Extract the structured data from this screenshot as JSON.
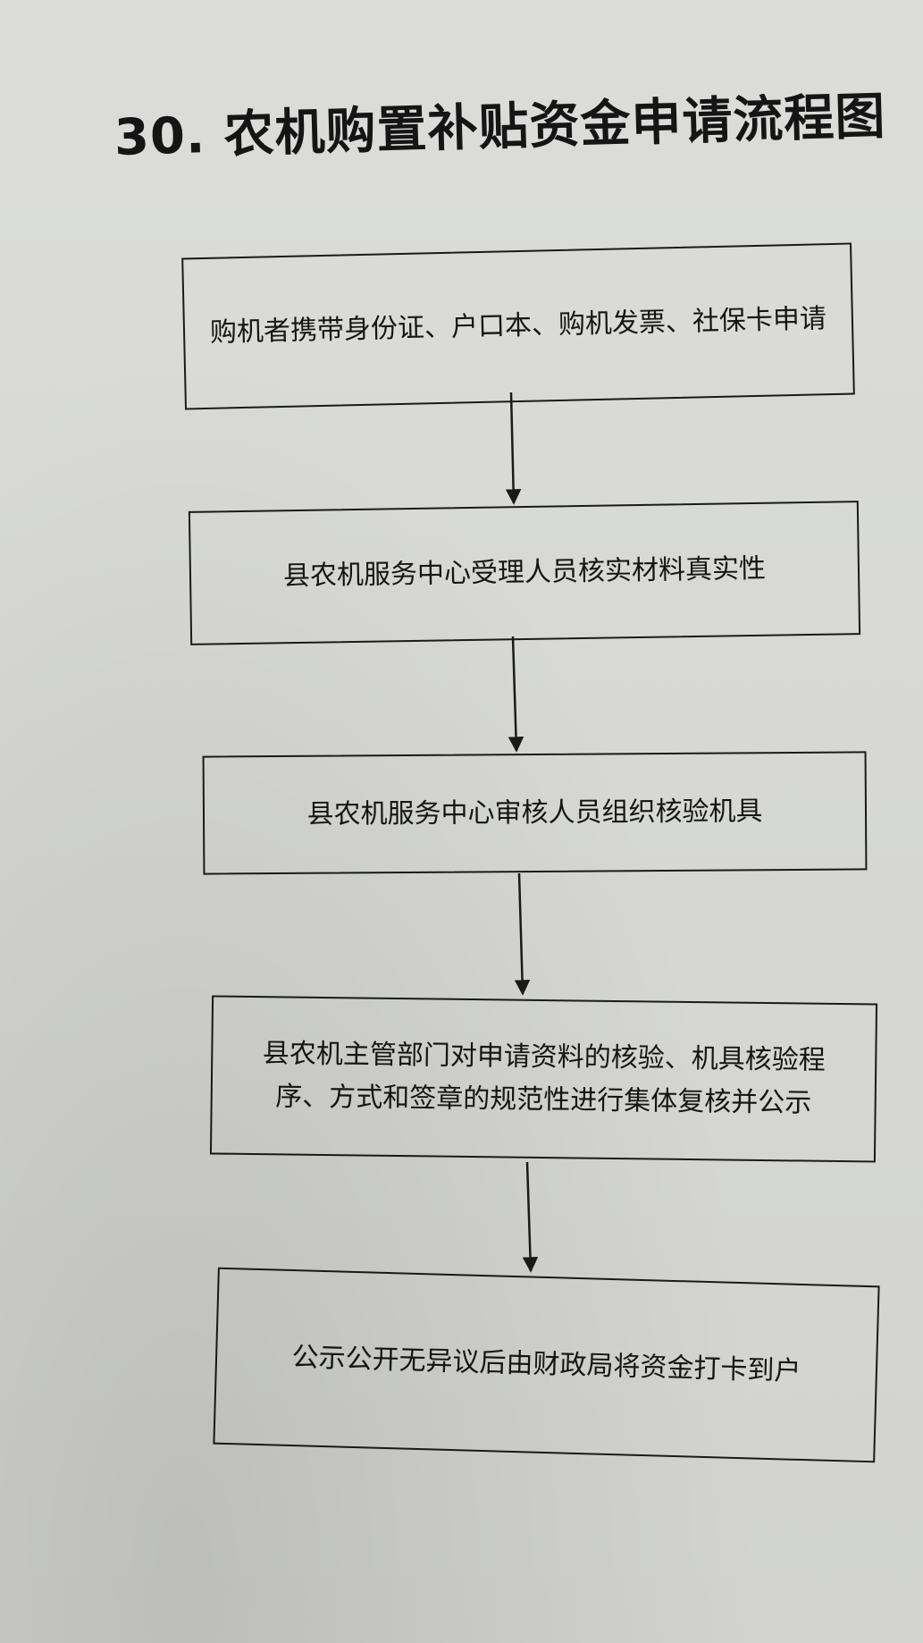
{
  "title": "30. 农机购置补贴资金申请流程图",
  "steps": [
    "购机者携带身份证、户口本、购机发票、社保卡申请",
    "县农机服务中心受理人员核实材料真实性",
    "县农机服务中心审核人员组织核验机具",
    "县农机主管部门对申请资料的核验、机具核验程序、方式和签章的规范性进行集体复核并公示",
    "公示公开无异议后由财政局将资金打卡到户"
  ]
}
